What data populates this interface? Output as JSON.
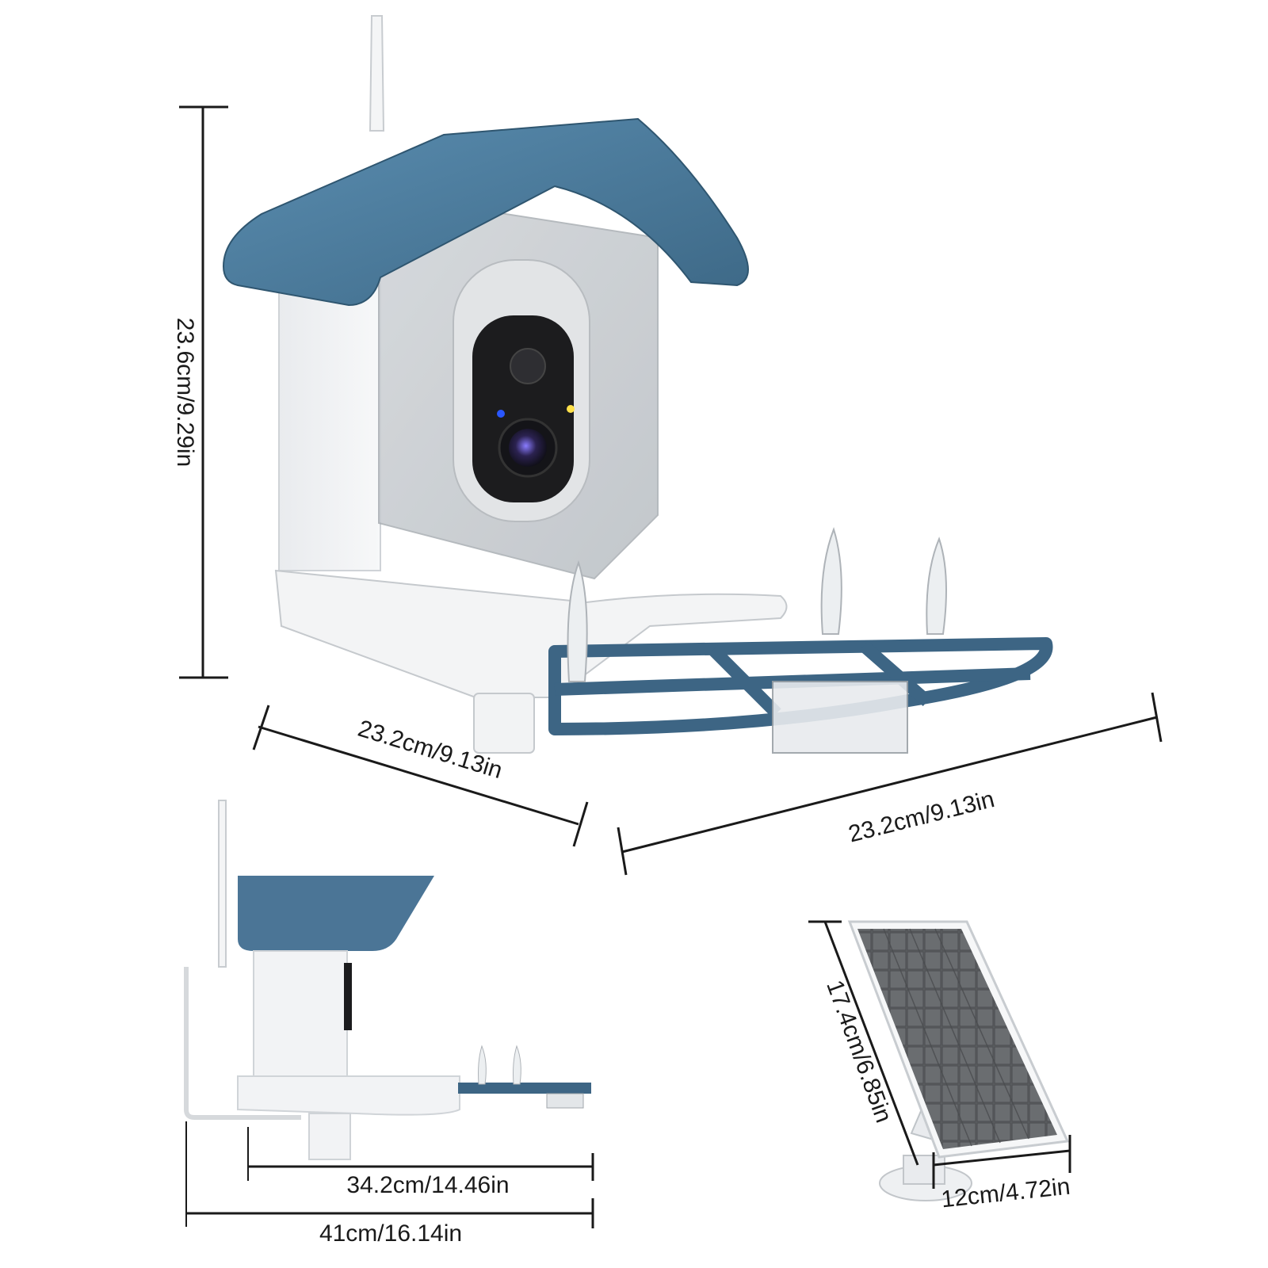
{
  "dimensions": {
    "feeder_height": "23.6cm/9.29in",
    "feeder_depth": "23.2cm/9.13in",
    "feeder_width": "23.2cm/9.13in",
    "side_length_inner": "34.2cm/14.46in",
    "side_length_total": "41cm/16.14in",
    "solar_height": "17.4cm/6.85in",
    "solar_width": "12cm/4.72in"
  },
  "colors": {
    "roof": "#4a7a9c",
    "roof_dark": "#3e6886",
    "tray_blue": "#3d6584",
    "body": "#eef0f2",
    "camera_shell": "#dcdfe2",
    "lens_dark": "#1c1c1e",
    "solar_cell": "#5a5d60",
    "line": "#1a1a1a"
  },
  "icons": {
    "antenna": "antenna-icon",
    "camera_lens": "camera-lens-icon",
    "solar_panel": "solar-panel-icon"
  }
}
